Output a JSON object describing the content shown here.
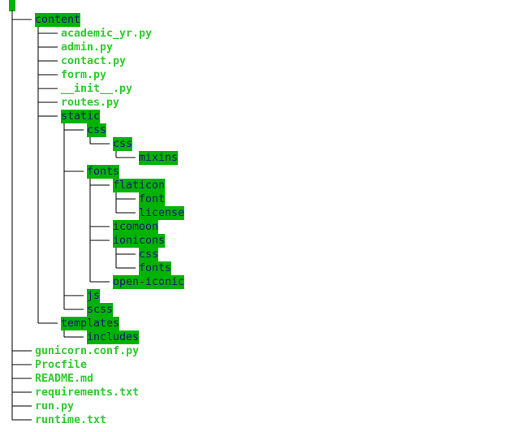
{
  "colors": {
    "dir_bg": "#00b300",
    "dir_fg": "#1a1a6e",
    "file_fg": "#2ecc2e",
    "line": "#000000"
  },
  "tree": {
    "root_marker": "",
    "entries": [
      {
        "name": "content",
        "type": "dir",
        "depth": 0
      },
      {
        "name": "academic_yr.py",
        "type": "file",
        "depth": 1
      },
      {
        "name": "admin.py",
        "type": "file",
        "depth": 1
      },
      {
        "name": "contact.py",
        "type": "file",
        "depth": 1
      },
      {
        "name": "form.py",
        "type": "file",
        "depth": 1
      },
      {
        "name": "__init__.py",
        "type": "file",
        "depth": 1
      },
      {
        "name": "routes.py",
        "type": "file",
        "depth": 1
      },
      {
        "name": "static",
        "type": "dir",
        "depth": 1
      },
      {
        "name": "css",
        "type": "dir",
        "depth": 2
      },
      {
        "name": "css",
        "type": "dir",
        "depth": 3
      },
      {
        "name": "mixins",
        "type": "dir",
        "depth": 4
      },
      {
        "name": "fonts",
        "type": "dir",
        "depth": 2
      },
      {
        "name": "flaticon",
        "type": "dir",
        "depth": 3
      },
      {
        "name": "font",
        "type": "dir",
        "depth": 4
      },
      {
        "name": "license",
        "type": "dir",
        "depth": 4
      },
      {
        "name": "icomoon",
        "type": "dir",
        "depth": 3
      },
      {
        "name": "ionicons",
        "type": "dir",
        "depth": 3
      },
      {
        "name": "css",
        "type": "dir",
        "depth": 4
      },
      {
        "name": "fonts",
        "type": "dir",
        "depth": 4
      },
      {
        "name": "open-iconic",
        "type": "dir",
        "depth": 3
      },
      {
        "name": "js",
        "type": "dir",
        "depth": 2
      },
      {
        "name": "scss",
        "type": "dir",
        "depth": 2
      },
      {
        "name": "templates",
        "type": "dir",
        "depth": 1
      },
      {
        "name": "includes",
        "type": "dir",
        "depth": 2
      },
      {
        "name": "gunicorn.conf.py",
        "type": "file",
        "depth": 0
      },
      {
        "name": "Procfile",
        "type": "file",
        "depth": 0
      },
      {
        "name": "README.md",
        "type": "file",
        "depth": 0
      },
      {
        "name": "requirements.txt",
        "type": "file",
        "depth": 0
      },
      {
        "name": "run.py",
        "type": "file",
        "depth": 0
      },
      {
        "name": "runtime.txt",
        "type": "file",
        "depth": 0
      }
    ]
  }
}
